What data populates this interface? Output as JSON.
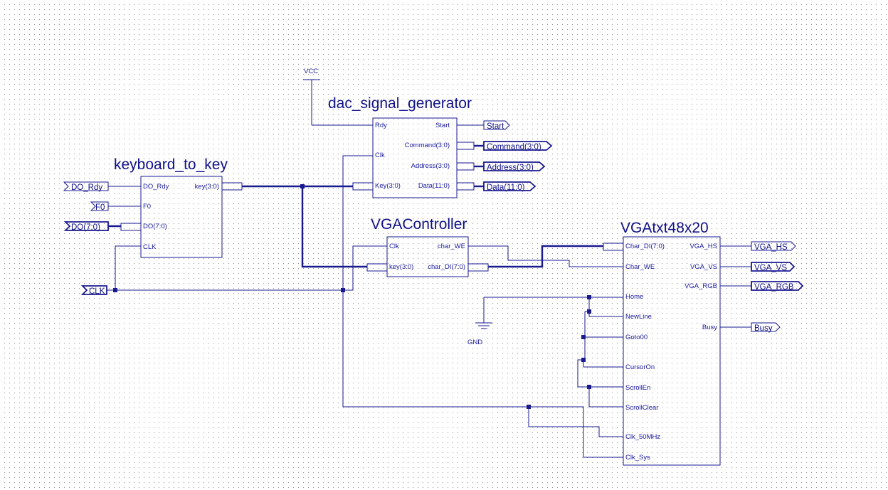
{
  "power": {
    "vcc": "VCC",
    "gnd": "GND"
  },
  "blocks": {
    "dac": {
      "title": "dac_signal_generator",
      "inputs": [
        "Rdy",
        "Clk",
        "Key(3:0)"
      ],
      "outputs": [
        "Start",
        "Command(3:0)",
        "Address(3:0)",
        "Data(11:0)"
      ]
    },
    "keyboard": {
      "title": "keyboard_to_key",
      "inputs": [
        "DO_Rdy",
        "F0",
        "DO(7:0)",
        "CLK"
      ],
      "outputs": [
        "key(3:0)"
      ]
    },
    "vgactrl": {
      "title": "VGAController",
      "inputs": [
        "Clk",
        "key(3:0)"
      ],
      "outputs": [
        "char_WE",
        "char_DI(7:0)"
      ]
    },
    "vgatxt": {
      "title": "VGAtxt48x20",
      "inputs": [
        "Char_DI(7:0)",
        "Char_WE",
        "Home",
        "NewLine",
        "Goto00",
        "CursorOn",
        "ScrollEn",
        "ScrollClear",
        "Clk_50MHz",
        "Clk_Sys"
      ],
      "outputs": [
        "VGA_HS",
        "VGA_VS",
        "VGA_RGB",
        "Busy"
      ]
    }
  },
  "ports": {
    "inputs": [
      "DO_Rdy",
      "F0",
      "DO(7:0)",
      "CLK"
    ],
    "outputs": [
      "Start",
      "Command(3:0)",
      "Address(3:0)",
      "Data(11:0)",
      "VGA_HS",
      "VGA_VS",
      "VGA_RGB",
      "Busy"
    ]
  },
  "colors": {
    "ink": "#1a1a90",
    "grid": "#9a9a9a",
    "background": "#ffffff"
  }
}
